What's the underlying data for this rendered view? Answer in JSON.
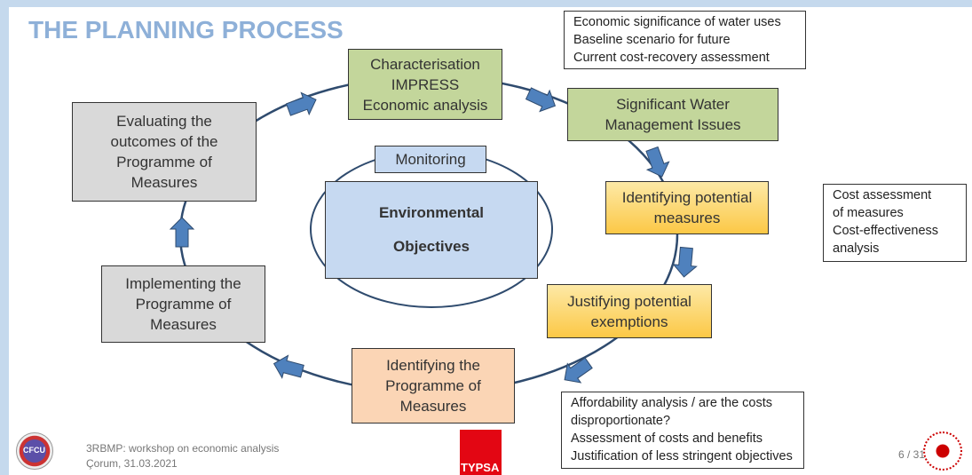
{
  "title": "THE PLANNING PROCESS",
  "steps": {
    "characterisation": [
      "Characterisation",
      "IMPRESS",
      "Economic analysis"
    ],
    "swmi": [
      "Significant Water",
      "Management Issues"
    ],
    "identifying_measures": [
      "Identifying potential",
      "measures"
    ],
    "exemptions": [
      "Justifying potential",
      "exemptions"
    ],
    "programme": [
      "Identifying the",
      "Programme of",
      "Measures"
    ],
    "implementing": [
      "Implementing the",
      "Programme of",
      "Measures"
    ],
    "evaluating": [
      "Evaluating the",
      "outcomes of the",
      "Programme of",
      "Measures"
    ]
  },
  "center": {
    "monitoring": "Monitoring",
    "objectives": [
      "Environmental",
      "Objectives"
    ]
  },
  "notes": {
    "top": [
      "Economic significance of water uses",
      "Baseline scenario for future",
      "Current cost-recovery assessment"
    ],
    "right": [
      "Cost assessment",
      "of measures",
      "Cost-effectiveness",
      "analysis"
    ],
    "bottom": [
      "Affordability analysis / are the costs",
      "disproportionate?",
      "Assessment of costs and benefits",
      "Justification of less stringent objectives"
    ]
  },
  "footer": {
    "line1": "3RBMP: workshop on economic analysis",
    "line2": "Çorum, 31.03.2021",
    "page": "6 / 31"
  },
  "logos": {
    "cfcu": "CFCU",
    "typsa": "TYPSA"
  },
  "colors": {
    "title": "#8eb0d8",
    "arrow": "#4f81bd",
    "ring": "#2f4b6e"
  }
}
